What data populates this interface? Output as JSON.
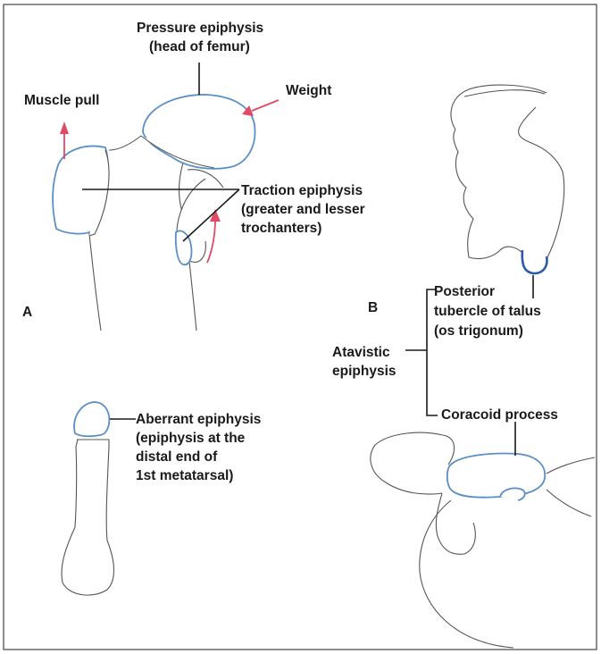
{
  "labels": {
    "pressure_line1": "Pressure epiphysis",
    "pressure_line2": "(head of femur)",
    "weight": "Weight",
    "muscle_pull": "Muscle pull",
    "traction_line1": "Traction epiphysis",
    "traction_line2": "(greater and lesser",
    "traction_line3": "trochanters)",
    "panel_a": "A",
    "panel_b": "B",
    "posterior_line1": "Posterior",
    "posterior_line2": "tubercle of talus",
    "posterior_line3": "(os trigonum)",
    "atavistic_line1": "Atavistic",
    "atavistic_line2": "epiphysis",
    "coracoid": "Coracoid process",
    "aberrant_line1": "Aberrant epiphysis",
    "aberrant_line2": "(epiphysis at the",
    "aberrant_line3": "distal end of",
    "aberrant_line4": "1st metatarsal)"
  },
  "colors": {
    "epiphysis_outline": "#5b8fc7",
    "talus_tubercle": "#2a5aa8",
    "force_arrows": "#e04a66"
  }
}
